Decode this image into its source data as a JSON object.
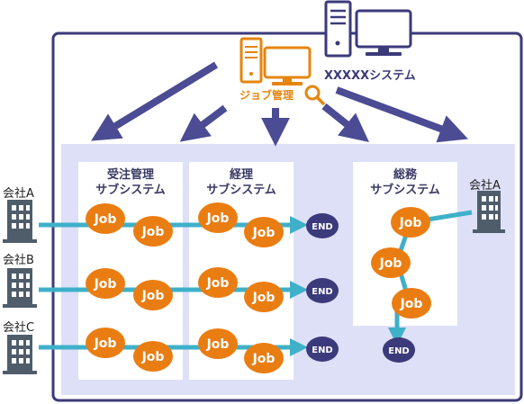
{
  "system_label": "XXXXXシステム",
  "job_management_label": "ジョブ管理",
  "subsystems": [
    {
      "line1": "受注管理",
      "line2": "サブシステム"
    },
    {
      "line1": "経理",
      "line2": "サブシステム"
    },
    {
      "line1": "総務",
      "line2": "サブシステム"
    }
  ],
  "companies_left": [
    "会社A",
    "会社B",
    "会社C"
  ],
  "company_right": "会社A",
  "job_label": "Job",
  "end_label": "END",
  "colors": {
    "frame": "#3b3a7a",
    "panel": "#dde0f7",
    "arrow": "#4b4c93",
    "flow": "#3fb0c9",
    "job": "#ea7d12",
    "end": "#3b3a7a",
    "building": "#4f5d6b",
    "jobmgmt": "#e5850f"
  }
}
